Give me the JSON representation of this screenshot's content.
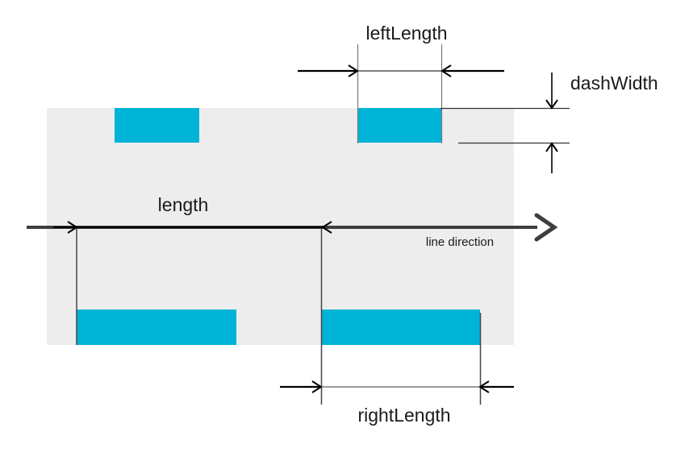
{
  "diagram": {
    "title_hint": "dash pattern parameters",
    "labels": {
      "left_length": "leftLength",
      "dash_width": "dashWidth",
      "length": "length",
      "line_direction": "line direction",
      "right_length": "rightLength"
    },
    "colors": {
      "dash": "#00b4d8",
      "band_background": "#ededed",
      "direction_line": "#3d3d3d",
      "annotation": "#000000",
      "extension_line": "#666666",
      "text": "#1a1a1a"
    }
  }
}
